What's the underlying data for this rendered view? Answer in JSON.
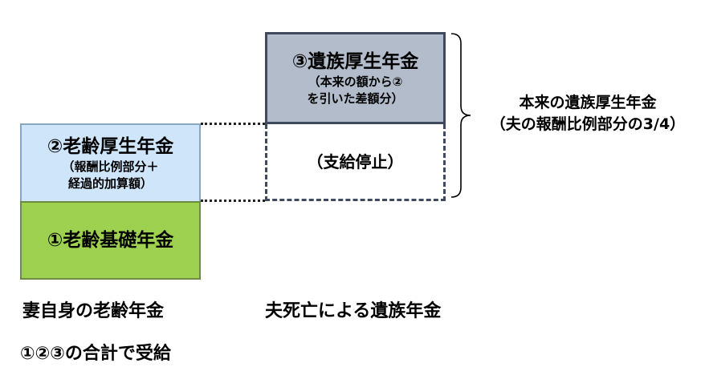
{
  "boxes": {
    "basic": {
      "title": "①老齢基礎年金"
    },
    "employee": {
      "title": "②老齢厚生年金",
      "sub1": "（報酬比例部分＋",
      "sub2": "経過的加算額）"
    },
    "survivor": {
      "title": "③遺族厚生年金",
      "sub1": "（本来の額から②",
      "sub2": "を引いた差額分）"
    },
    "stopped": {
      "title": "（支給停止）"
    }
  },
  "brace_label": {
    "line1": "本来の遺族厚生年金",
    "line2": "（夫の報酬比例部分の3/4）"
  },
  "captions": {
    "wife": "妻自身の老齢年金",
    "husband": "夫死亡による遺族年金",
    "total": "①②③の合計で受給"
  },
  "colors": {
    "basic_fill": "#9fd150",
    "employee_fill": "#cfe6fa",
    "survivor_fill": "#b2bccb",
    "border_dark": "#3f4a5e"
  }
}
